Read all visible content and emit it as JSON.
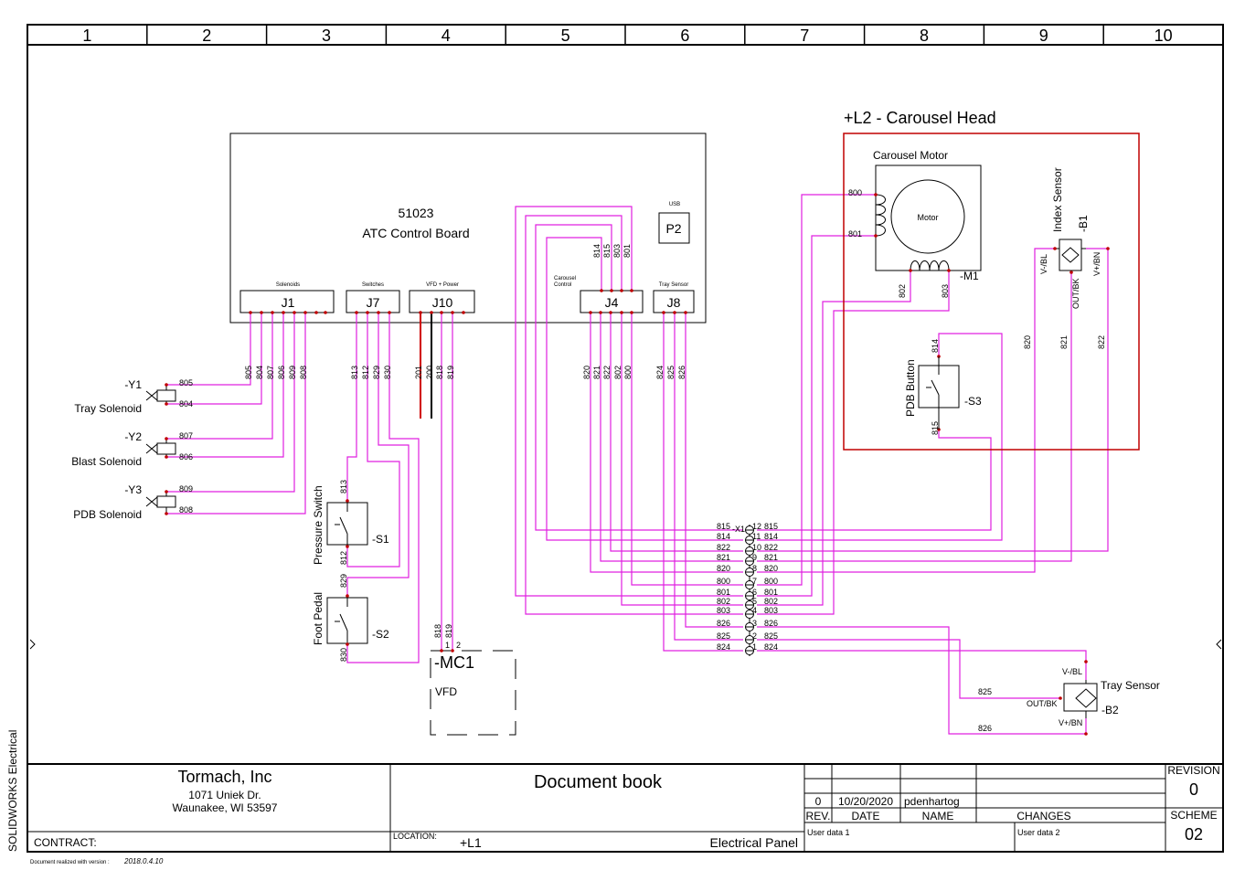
{
  "sheet": {
    "columns": [
      "1",
      "2",
      "3",
      "4",
      "5",
      "6",
      "7",
      "8",
      "9",
      "10"
    ],
    "side_text": "SOLIDWORKS Electrical",
    "version_note": "Document realized with version :",
    "version_value": "2018.0.4.10"
  },
  "board": {
    "part_number": "51023",
    "name": "ATC Control Board",
    "usb_label": "USB",
    "usb_connector": "P2",
    "connectors": [
      {
        "id": "J1",
        "caption": "Solenoids",
        "wires": [
          "805",
          "804",
          "807",
          "806",
          "809",
          "808"
        ]
      },
      {
        "id": "J7",
        "caption": "Switches",
        "wires": [
          "813",
          "812",
          "829",
          "830"
        ]
      },
      {
        "id": "J10",
        "caption": "VFD + Power",
        "wires": [
          "201",
          "200",
          "818",
          "819"
        ]
      },
      {
        "id": "J4",
        "caption": "Carousel Control",
        "caption_lines": [
          "Carousel",
          "Control"
        ],
        "top_wires": [
          "814",
          "815",
          "803",
          "801"
        ],
        "wires": [
          "820",
          "821",
          "822",
          "802",
          "800"
        ]
      },
      {
        "id": "J8",
        "caption": "Tray Sensor",
        "wires": [
          "824",
          "825",
          "826"
        ]
      }
    ]
  },
  "solenoids": [
    {
      "tag": "-Y1",
      "name": "Tray Solenoid",
      "wires": [
        "805",
        "804"
      ]
    },
    {
      "tag": "-Y2",
      "name": "Blast Solenoid",
      "wires": [
        "807",
        "806"
      ]
    },
    {
      "tag": "-Y3",
      "name": "PDB Solenoid",
      "wires": [
        "809",
        "808"
      ]
    }
  ],
  "switches": [
    {
      "tag": "-S1",
      "name": "Pressure Switch",
      "wires": [
        "813",
        "812"
      ]
    },
    {
      "tag": "-S2",
      "name": "Foot Pedal",
      "wires": [
        "829",
        "830"
      ]
    }
  ],
  "vfd": {
    "tag": "-MC1",
    "name": "VFD",
    "wires": [
      "818",
      "819"
    ],
    "pins": [
      "1",
      "2"
    ]
  },
  "carousel_head": {
    "title": "+L2 - Carousel Head",
    "motor": {
      "title": "Carousel Motor",
      "label": "Motor",
      "tag": "-M1",
      "wires": [
        "800",
        "801",
        "802",
        "803"
      ]
    },
    "index_sensor": {
      "name": "Index Sensor",
      "tag": "-B1",
      "pins": [
        "V-/BL",
        "OUT/BK",
        "V+/BN"
      ],
      "wires": [
        "820",
        "821",
        "822"
      ]
    },
    "pdb_button": {
      "name": "PDB Button",
      "tag": "-S3",
      "wires": [
        "814",
        "815"
      ]
    }
  },
  "terminal_strip": {
    "tag": "-X1",
    "rows": [
      {
        "left": "815",
        "num": "12",
        "right": "815"
      },
      {
        "left": "814",
        "num": "11",
        "right": "814"
      },
      {
        "left": "822",
        "num": "10",
        "right": "822"
      },
      {
        "left": "821",
        "num": "9",
        "right": "821"
      },
      {
        "left": "820",
        "num": "8",
        "right": "820"
      },
      {
        "left": "800",
        "num": "7",
        "right": "800"
      },
      {
        "left": "801",
        "num": "6",
        "right": "801"
      },
      {
        "left": "802",
        "num": "5",
        "right": "802"
      },
      {
        "left": "803",
        "num": "4",
        "right": "803"
      },
      {
        "left": "826",
        "num": "3",
        "right": "826"
      },
      {
        "left": "825",
        "num": "2",
        "right": "825"
      },
      {
        "left": "824",
        "num": "1",
        "right": "824"
      }
    ]
  },
  "tray_sensor": {
    "name": "Tray Sensor",
    "tag": "-B2",
    "pins": [
      "V-/BL",
      "OUT/BK",
      "V+/BN"
    ],
    "wires": [
      "825",
      "826"
    ]
  },
  "title_block": {
    "company": "Tormach, Inc",
    "address1": "1071 Uniek Dr.",
    "address2": "Waunakee, WI 53597",
    "contract_label": "CONTRACT:",
    "doc_title": "Document book",
    "location_label": "LOCATION:",
    "location_value": "+L1",
    "location_desc": "Electrical Panel",
    "rev_row": {
      "rev": "0",
      "date": "10/20/2020",
      "name": "pdenhartog",
      "changes": ""
    },
    "headers": {
      "rev": "REV.",
      "date": "DATE",
      "name": "NAME",
      "changes": "CHANGES"
    },
    "user_data1": "User data 1",
    "user_data2": "User data 2",
    "revision_label": "REVISION",
    "revision_value": "0",
    "scheme_label": "SCHEME",
    "scheme_value": "02"
  },
  "colors": {
    "wire": "#e020e0",
    "frame": "#000000",
    "head_box": "#c00000",
    "power_red": "#d00000",
    "terminal_dot": "#c00000"
  }
}
